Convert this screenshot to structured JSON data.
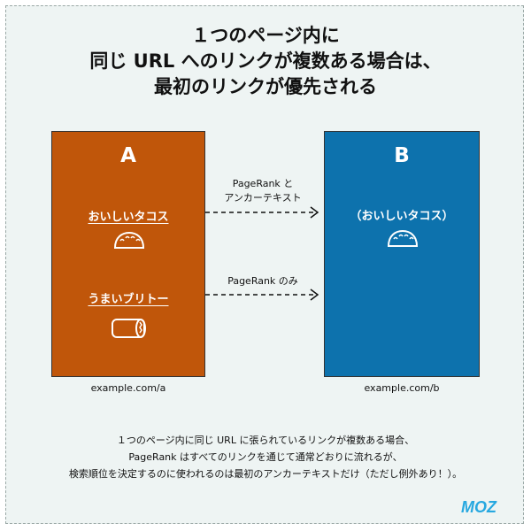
{
  "title": {
    "line1": "１つのページ内に",
    "line2": "同じ URL へのリンクが複数ある場合は、",
    "line3": "最初のリンクが優先される"
  },
  "page_a": {
    "letter": "A",
    "link1_text": "おいしいタコス",
    "link2_text": "うまいブリトー",
    "url": "example.com/a",
    "color": "#c0560a"
  },
  "page_b": {
    "letter": "B",
    "anchor_text": "（おいしいタコス）",
    "url": "example.com/b",
    "color": "#0d72ad"
  },
  "arrow1": {
    "label_line1": "PageRank と",
    "label_line2": "アンカーテキスト"
  },
  "arrow2": {
    "label": "PageRank のみ"
  },
  "note": {
    "line1": "１つのページ内に同じ URL に張られているリンクが複数ある場合、",
    "line2": "PageRank はすべてのリンクを通じて通常どおりに流れるが、",
    "line3": "検索順位を決定するのに使われるのは最初のアンカーテキストだけ（ただし例外あり！）。"
  },
  "logo": {
    "text": "MOZ"
  },
  "icons": {
    "taco": "taco-icon",
    "burrito": "burrito-icon"
  }
}
